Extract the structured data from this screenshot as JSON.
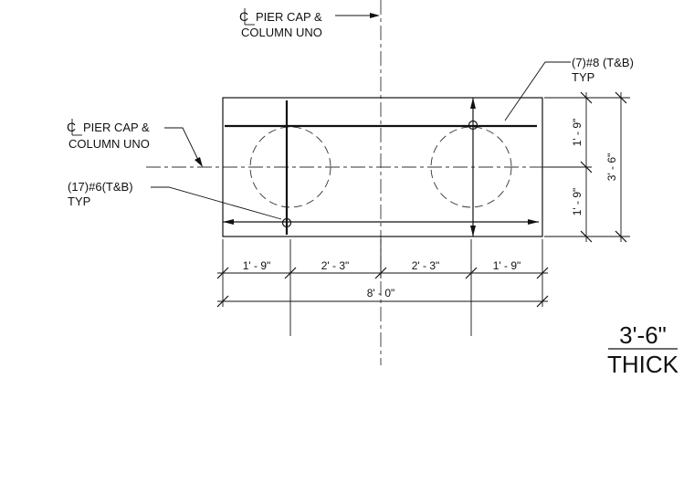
{
  "callouts": {
    "centerline_top_line1": "PIER CAP &",
    "centerline_top_line2": "COLUMN UNO",
    "centerline_left_line1": "PIER CAP &",
    "centerline_left_line2": "COLUMN UNO",
    "top_bars_line1": "(7)#8 (T&B)",
    "top_bars_line2": "TYP",
    "side_bars_line1": "(17)#6(T&B)",
    "side_bars_line2": "TYP"
  },
  "dimensions": {
    "bottom": [
      "1' - 9\"",
      "2' - 3\"",
      "2' - 3\"",
      "1' - 9\""
    ],
    "overall_width": "8' - 0\"",
    "right": [
      "1' - 9\"",
      "1' - 9\""
    ],
    "overall_height": "3' - 6\""
  },
  "thickness_note": {
    "value": "3'-6\"",
    "label": "THICK"
  }
}
